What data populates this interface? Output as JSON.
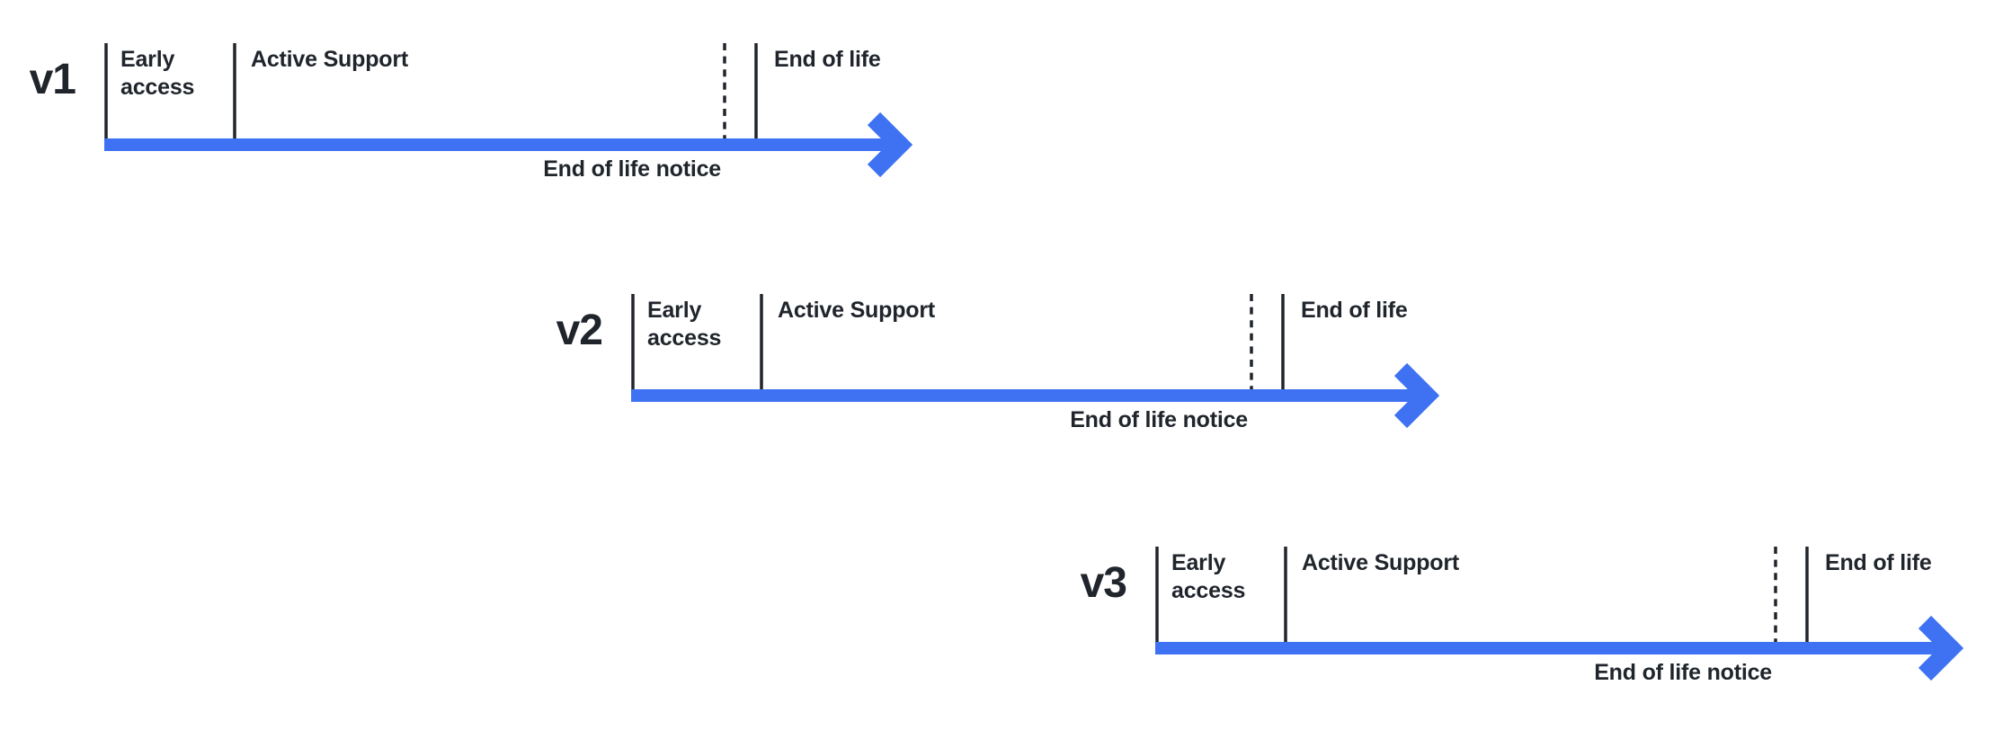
{
  "colors": {
    "arrow": "#3E72F2",
    "ink": "#20252C"
  },
  "timelines": [
    {
      "version": "v1",
      "labels": {
        "early_access": "Early access",
        "active_support": "Active Support",
        "end_of_life": "End of life",
        "end_of_life_notice": "End of life notice"
      }
    },
    {
      "version": "v2",
      "labels": {
        "early_access": "Early access",
        "active_support": "Active Support",
        "end_of_life": "End of life",
        "end_of_life_notice": "End of life notice"
      }
    },
    {
      "version": "v3",
      "labels": {
        "early_access": "Early access",
        "active_support": "Active Support",
        "end_of_life": "End of life",
        "end_of_life_notice": "End of life notice"
      }
    }
  ]
}
